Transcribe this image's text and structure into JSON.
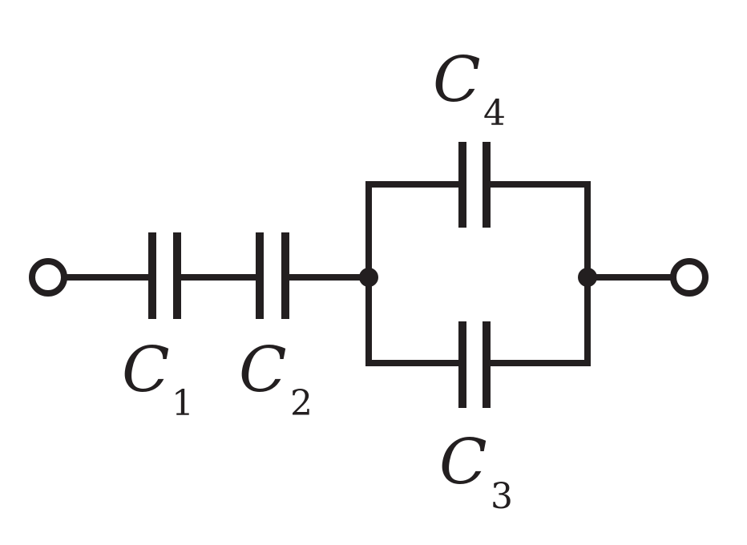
{
  "diagram": {
    "type": "capacitor circuit",
    "line_color": "#231f20",
    "labels": {
      "c1": {
        "letter": "C",
        "sub": "1"
      },
      "c2": {
        "letter": "C",
        "sub": "2"
      },
      "c3": {
        "letter": "C",
        "sub": "3"
      },
      "c4": {
        "letter": "C",
        "sub": "4"
      }
    }
  }
}
